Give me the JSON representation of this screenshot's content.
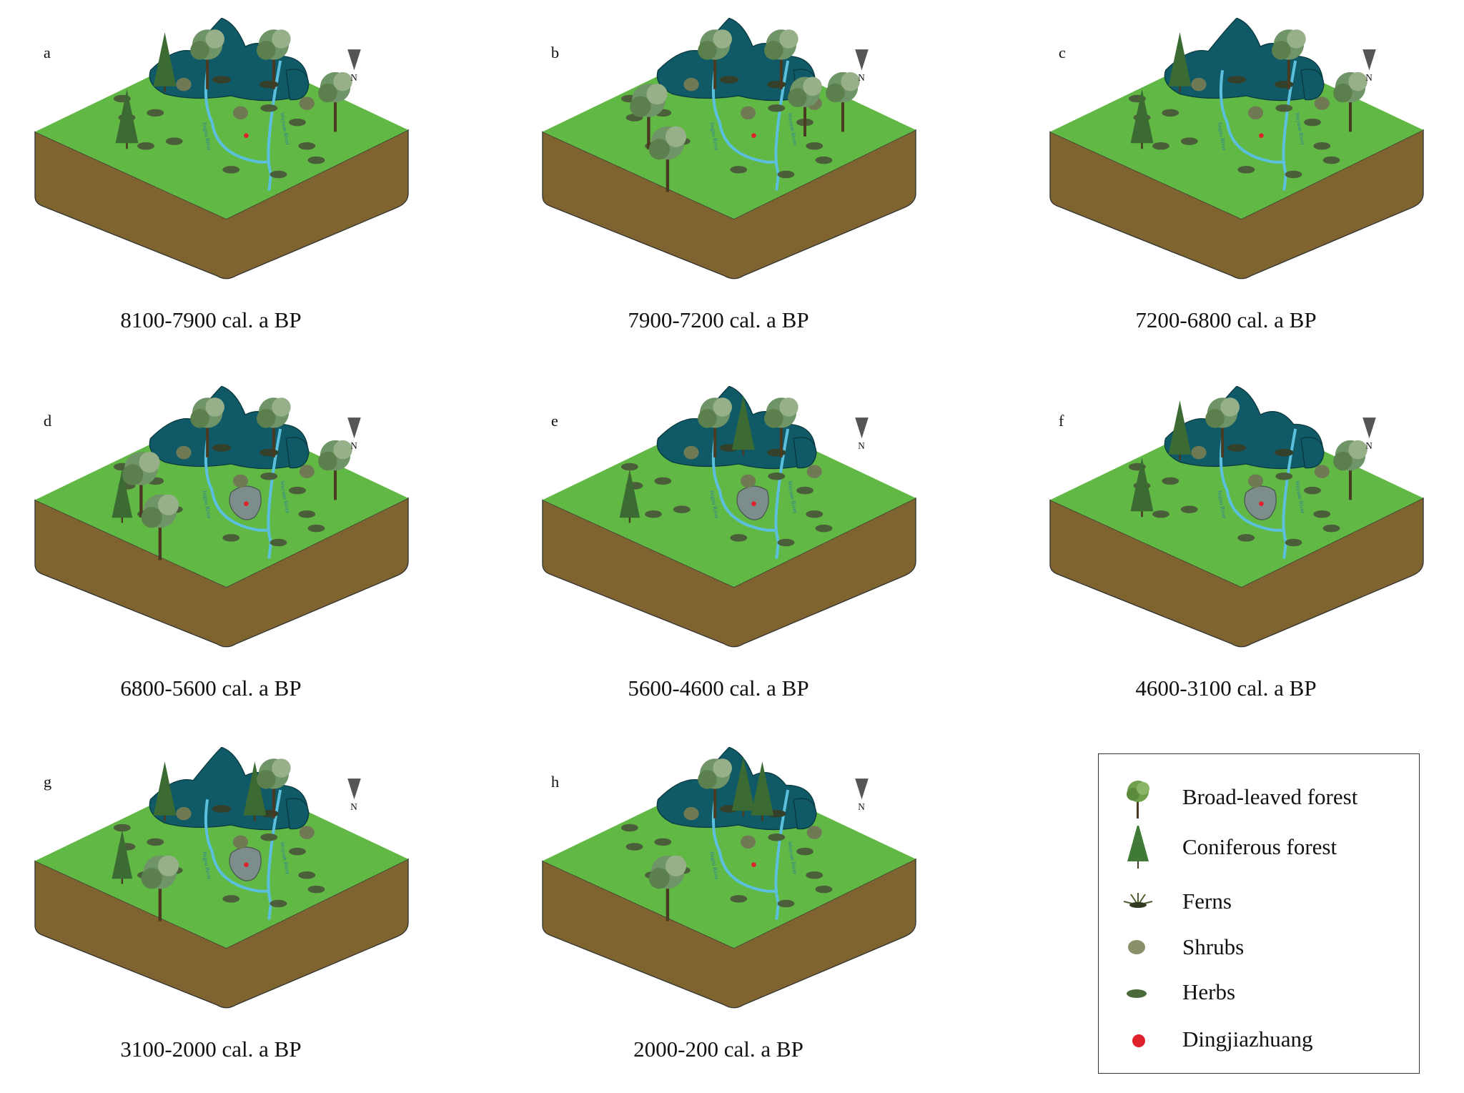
{
  "panels": [
    {
      "letter": "a",
      "period": "8100-7900 cal. a BP",
      "lake": false
    },
    {
      "letter": "b",
      "period": "7900-7200 cal. a BP",
      "lake": false
    },
    {
      "letter": "c",
      "period": "7200-6800 cal. a BP",
      "lake": false
    },
    {
      "letter": "d",
      "period": "6800-5600 cal. a BP",
      "lake": true
    },
    {
      "letter": "e",
      "period": "5600-4600 cal. a BP",
      "lake": true
    },
    {
      "letter": "f",
      "period": "4600-3100 cal. a BP",
      "lake": true
    },
    {
      "letter": "g",
      "period": "3100-2000 cal. a BP",
      "lake": true
    },
    {
      "letter": "h",
      "period": "2000-200 cal. a BP",
      "lake": false
    }
  ],
  "north_label": "N",
  "rivers": {
    "left": "Jiegou River",
    "right": "Wuyuan River"
  },
  "legend": [
    {
      "icon": "broadleaf-tree-icon",
      "label": "Broad-leaved forest"
    },
    {
      "icon": "conifer-tree-icon",
      "label": "Coniferous forest"
    },
    {
      "icon": "fern-icon",
      "label": "Ferns"
    },
    {
      "icon": "shrub-icon",
      "label": "Shrubs"
    },
    {
      "icon": "herb-icon",
      "label": "Herbs"
    },
    {
      "icon": "site-dot-icon",
      "label": "Dingjiazhuang"
    }
  ],
  "colors": {
    "grass": "#62b844",
    "soil": "#7f6430",
    "mountain": "#0f5a66",
    "river": "#5bc0de",
    "lake": "#7d8d8c",
    "site": "#e0202a"
  }
}
